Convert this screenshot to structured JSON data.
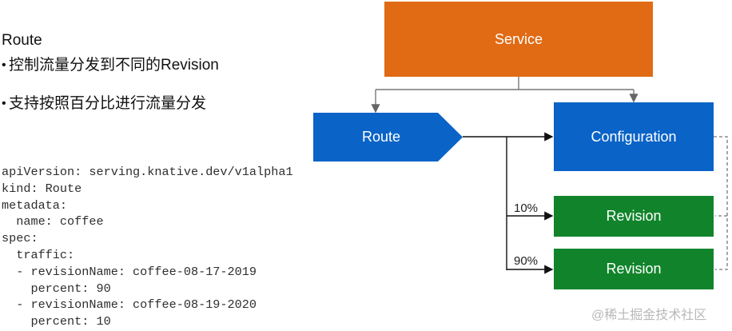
{
  "left": {
    "heading": "Route",
    "bullets": [
      "控制流量分发到不同的Revision",
      "支持按照百分比进行流量分发"
    ],
    "bullet_marker": "•",
    "code": "apiVersion: serving.knative.dev/v1alpha1\nkind: Route\nmetadata:\n  name: coffee\nspec:\n  traffic:\n  - revisionName: coffee-08-17-2019\n    percent: 90\n  - revisionName: coffee-08-19-2020\n    percent: 10"
  },
  "diagram": {
    "service": "Service",
    "route": "Route",
    "configuration": "Configuration",
    "revision_top": "Revision",
    "revision_bottom": "Revision",
    "pct_top": "10%",
    "pct_bottom": "90%"
  },
  "colors": {
    "service": "#e06b14",
    "route": "#0a63c7",
    "configuration": "#0a63c7",
    "revision": "#11842b"
  },
  "watermark": "@稀土掘金技术社区"
}
